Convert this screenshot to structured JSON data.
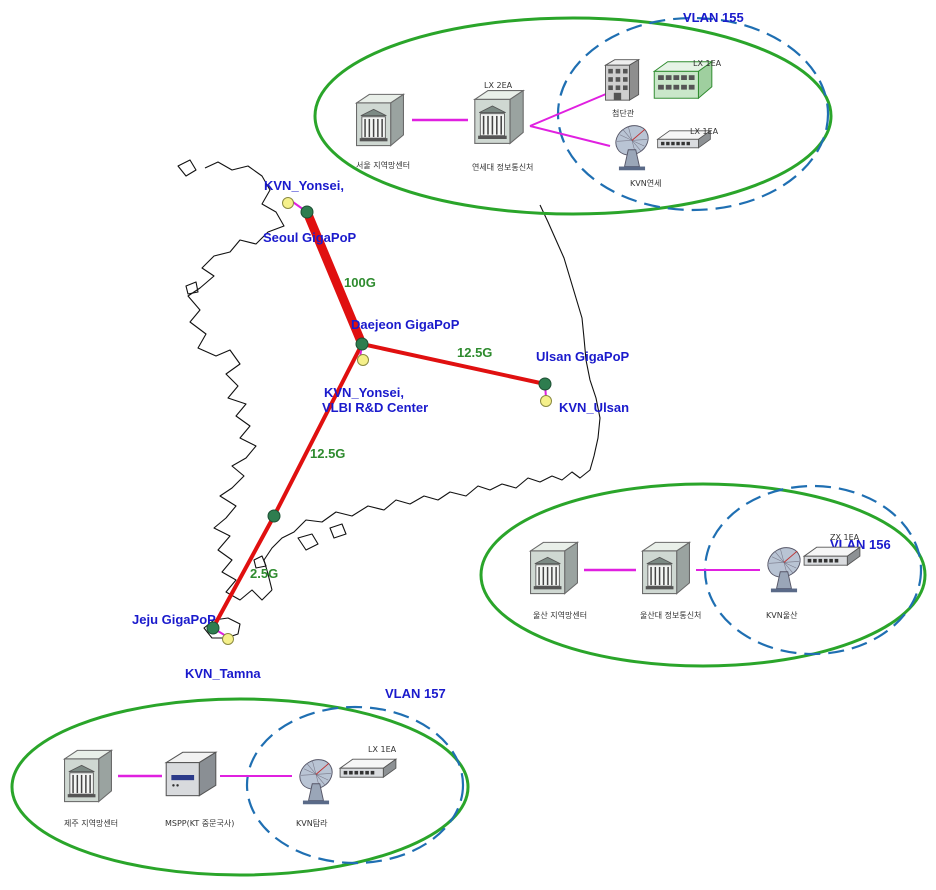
{
  "colors": {
    "link": "#e01010",
    "local_link": "#e020e0",
    "gigapop_node": "#2e7d4f",
    "kvn_node": "#f5f08a",
    "region_ellipse": "#2aa52a",
    "vlan_ellipse": "#1f6fb2"
  },
  "nodes": {
    "seoul_kvn": "KVN_Yonsei,",
    "seoul_gigapop": "Seoul GigaPoP",
    "daejeon_gigapop": "Daejeon GigaPoP",
    "daejeon_kvn_line1": "KVN_Yonsei,",
    "daejeon_kvn_line2": "VLBI R&D Center",
    "ulsan_gigapop": "Ulsan GigaPoP",
    "ulsan_kvn": "KVN_Ulsan",
    "jeju_gigapop": "Jeju GigaPoP",
    "jeju_kvn": "KVN_Tamna"
  },
  "links": {
    "seoul_daejeon": "100G",
    "daejeon_ulsan": "12.5G",
    "daejeon_south": "12.5G",
    "south_jeju": "2.5G"
  },
  "panels": {
    "seoul": {
      "vlan": "VLAN 155",
      "center_label": "서울 지역망센터",
      "relay_label": "연세대 정보통신처",
      "relay_tag": "LX 2EA",
      "bldg_label": "첨단관",
      "switch1_tag": "LX 1EA",
      "switch2_tag": "LX 1EA",
      "antenna_label": "KVN연세"
    },
    "ulsan": {
      "vlan": "VLAN 156",
      "center_label": "울산 지역망센터",
      "relay_label": "울산대 정보통신처",
      "switch_tag": "ZX 1EA",
      "antenna_label": "KVN울산"
    },
    "jeju": {
      "vlan": "VLAN 157",
      "center_label": "제주 지역망센터",
      "relay_label": "MSPP(KT 중문국사)",
      "switch_tag": "LX 1EA",
      "antenna_label": "KVN탐라"
    }
  },
  "icons": {
    "server": "server-building-icon",
    "mspp": "mspp-device-icon",
    "antenna": "satellite-dish-icon",
    "switch": "network-switch-icon",
    "building": "office-building-icon"
  }
}
